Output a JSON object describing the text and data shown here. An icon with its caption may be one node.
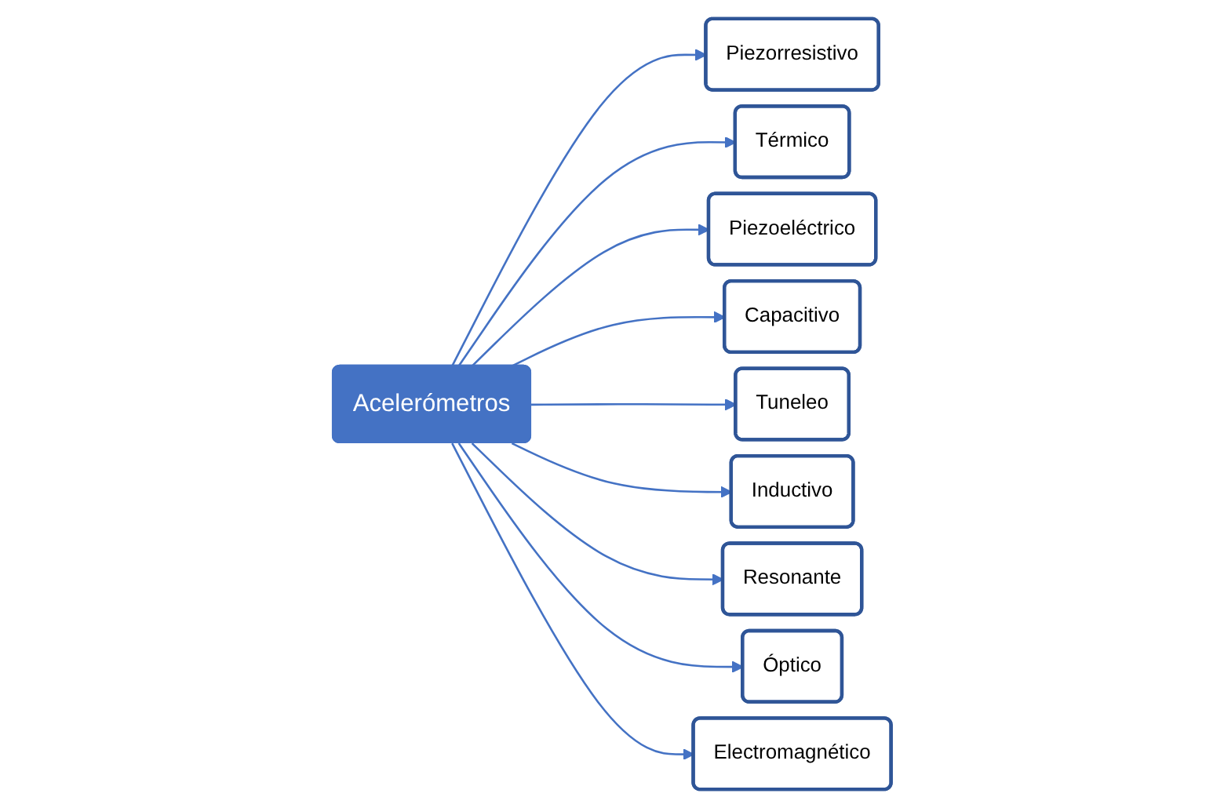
{
  "diagram": {
    "nodes": [
      {
        "text": [
          "Piezorresistivo"
        ]
      },
      {
        "text": [
          "Térmico"
        ]
      },
      {
        "text": [
          "Piezoeléctrico"
        ]
      },
      {
        "text": [
          "Capacitivo"
        ]
      },
      {
        "text": [
          "Acelerómetros"
        ]
      },
      {
        "text": [
          "Tuneleo"
        ]
      },
      {
        "text": [
          "Inductivo"
        ]
      },
      {
        "text": [
          "Resonante"
        ]
      },
      {
        "text": [
          "Óptico"
        ]
      },
      {
        "text": [
          "Electromagnético"
        ]
      }
    ],
    "edges": [
      {
        "from": 4,
        "to": 0,
        "arrow": "to"
      },
      {
        "from": 4,
        "to": 1,
        "arrow": "to"
      },
      {
        "from": 4,
        "to": 2,
        "arrow": "to"
      },
      {
        "from": 4,
        "to": 3,
        "arrow": "to"
      },
      {
        "from": 4,
        "to": 5,
        "arrow": "to"
      },
      {
        "from": 4,
        "to": 6,
        "arrow": "to"
      },
      {
        "from": 4,
        "to": 7,
        "arrow": "to"
      },
      {
        "from": 4,
        "to": 8,
        "arrow": "to"
      },
      {
        "from": 4,
        "to": 9,
        "arrow": "to"
      }
    ]
  }
}
